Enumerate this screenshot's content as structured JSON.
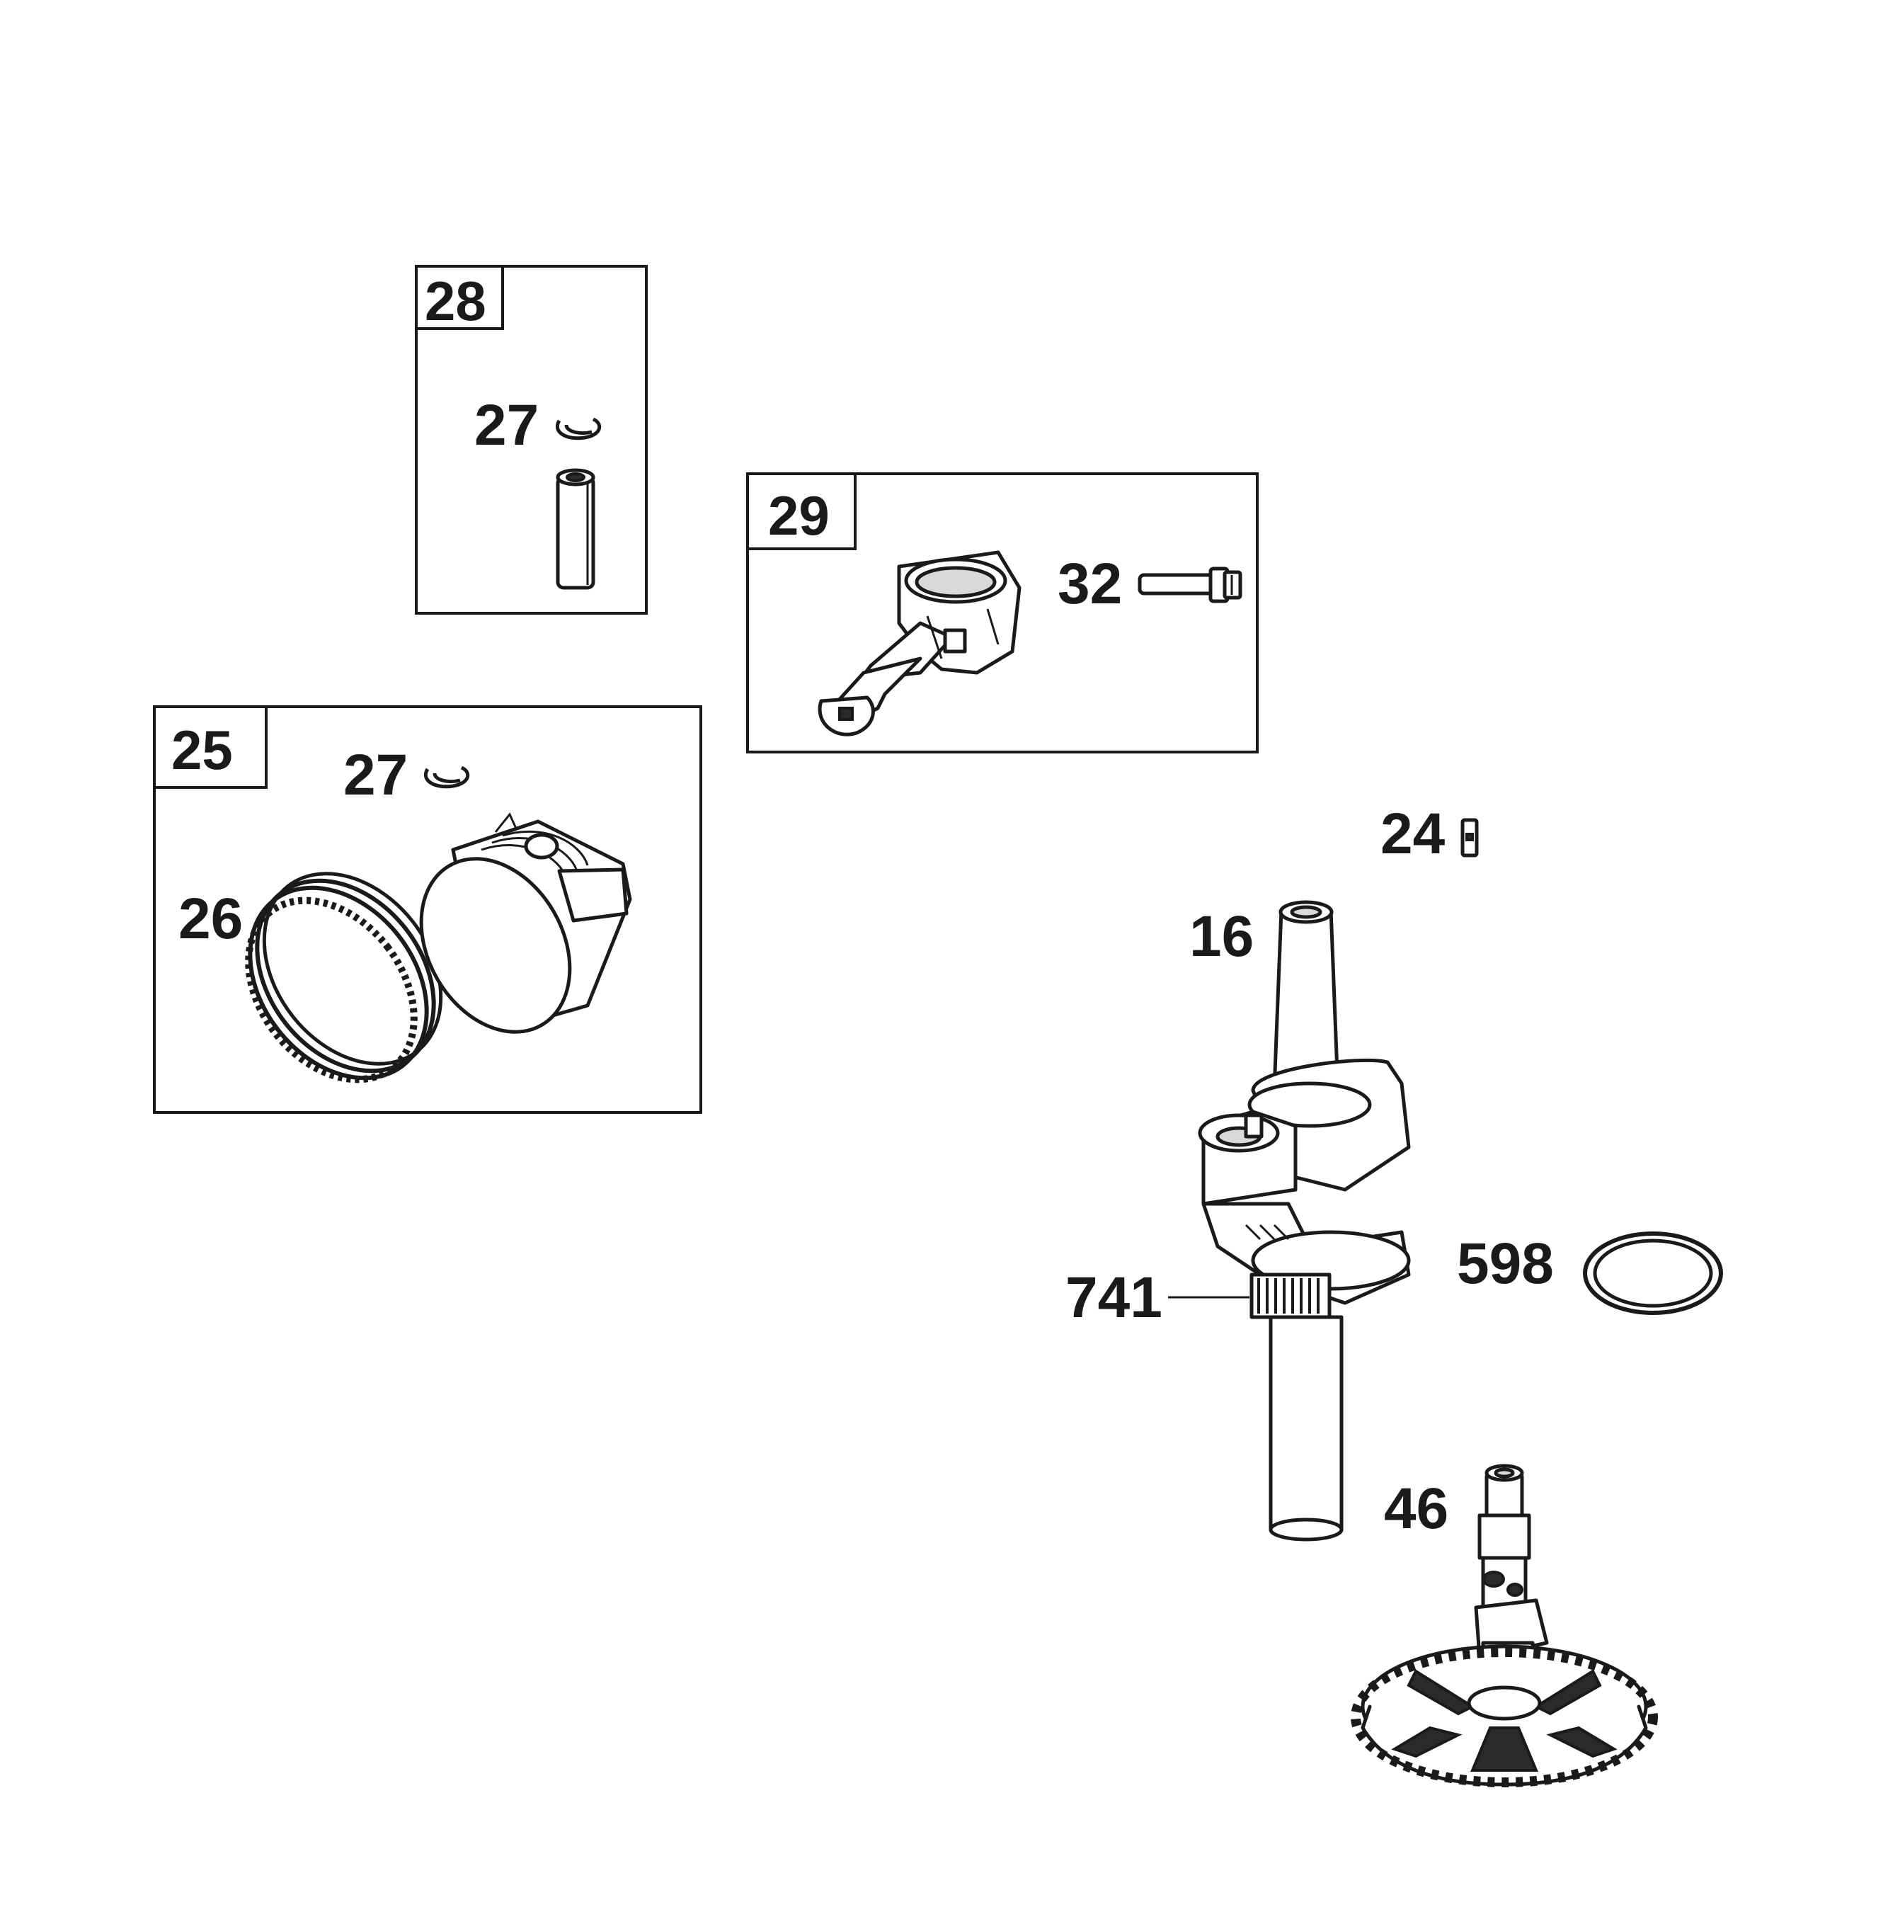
{
  "diagram": {
    "groups": [
      {
        "id": "28",
        "label": "28"
      },
      {
        "id": "29",
        "label": "29"
      },
      {
        "id": "25",
        "label": "25"
      }
    ],
    "callouts": {
      "c27_top": "27",
      "c32": "32",
      "c27_left": "27",
      "c26": "26",
      "c24": "24",
      "c16": "16",
      "c598": "598",
      "c741": "741",
      "c46": "46"
    }
  }
}
